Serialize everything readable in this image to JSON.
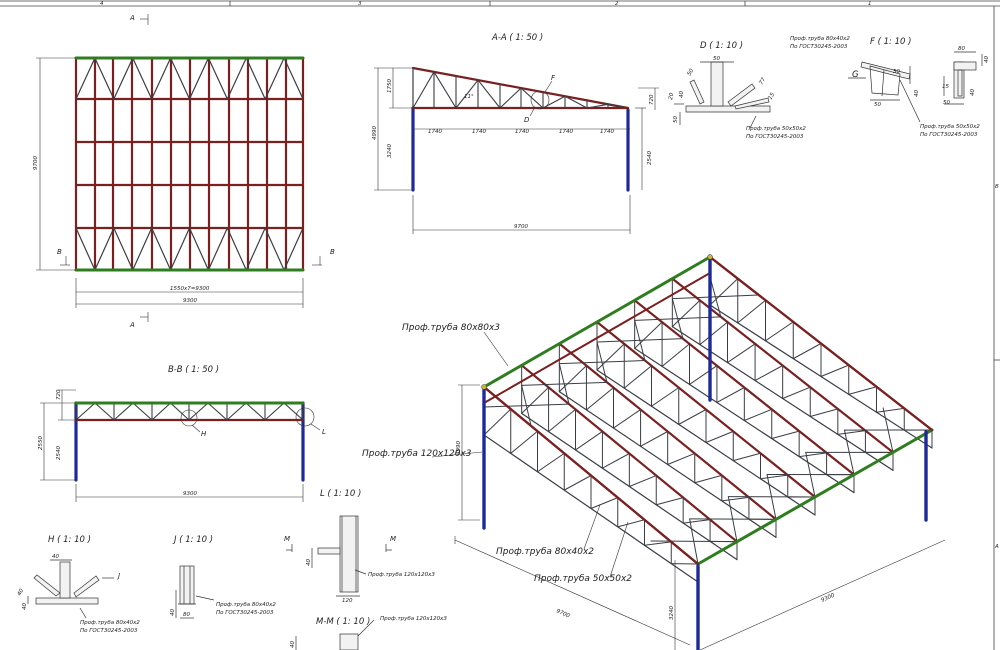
{
  "border": {
    "zones_top": [
      "4",
      "3",
      "2",
      "1"
    ],
    "zones_right": [
      "B",
      "A"
    ]
  },
  "plan": {
    "sec_a_top": "A",
    "sec_a_bottom": "A",
    "sec_b_left": "B",
    "sec_b_right": "B",
    "dim_height": "9700",
    "dim_spacing": "1550x7=9300",
    "dim_width": "9300"
  },
  "section_aa": {
    "title": "A-A ( 1: 50 )",
    "dim_1750": "1750",
    "dim_4990": "4990",
    "dim_3240": "3240",
    "dim_720": "720",
    "dim_2540": "2540",
    "spans": [
      "1740",
      "1740",
      "1740",
      "1740",
      "1740"
    ],
    "dim_9700": "9700",
    "angle": "11°",
    "callout_f": "F",
    "callout_d": "D"
  },
  "section_bb": {
    "title": "B-B ( 1: 50 )",
    "dim_720": "720",
    "dim_2550": "2550",
    "dim_2540": "2540",
    "dim_9300": "9300",
    "callout_h": "H",
    "callout_l": "L"
  },
  "detail_d": {
    "title": "D ( 1: 10 )",
    "d50a": "50",
    "d50b": "50",
    "d20": "20",
    "d40": "40",
    "d77": "77",
    "d15": "15",
    "d50c": "50",
    "note1": "Проф.труба 50x50x2",
    "note2": "По ГОСТ30245-2003"
  },
  "detail_f": {
    "title": "F ( 1: 10 )",
    "note1": "Проф.труба 80x40x2",
    "note2": "По ГОСТ30245-2003",
    "g": "G",
    "d50a": "50",
    "d40": "40",
    "d50b": "50",
    "note3": "Проф.труба 50x50x2",
    "note4": "По ГОСТ30245-2003"
  },
  "detail_g": {
    "d80": "80",
    "d40a": "40",
    "d15": "15",
    "d50": "50",
    "d40b": "40"
  },
  "detail_h": {
    "title": "H ( 1: 10 )",
    "d40a": "40",
    "d40b": "40",
    "d40c": "40",
    "j": "J",
    "note1": "Проф.труба 80x40x2",
    "note2": "По ГОСТ30245-2003"
  },
  "detail_j": {
    "title": "J ( 1: 10 )",
    "d40": "40",
    "d80": "80",
    "note1": "Проф.труба 80x40x2",
    "note2": "По ГОСТ30245-2003"
  },
  "detail_l": {
    "title": "L ( 1: 10 )",
    "m1": "M",
    "m2": "M",
    "d40": "40",
    "d120": "120",
    "note1": "Проф.труба 120x120x3"
  },
  "detail_mm": {
    "title": "M-M ( 1: 10 )",
    "d40": "40",
    "note1": "Проф.труба 120x120x3"
  },
  "iso": {
    "label_80x80": "Проф.труба 80x80x3",
    "label_120": "Проф.труба 120x120x3",
    "label_80x40": "Проф.труба 80x40x2",
    "label_50x50": "Проф.труба 50x50x2",
    "dim_h": "4990",
    "dim_l1": "9700",
    "dim_l2": "9300",
    "dim_v": "3240"
  },
  "colors": {
    "brown": "#7a2020",
    "green": "#2e7d1f",
    "blue": "#1f2a9a",
    "grey": "#3a3d44",
    "line": "#333333"
  }
}
